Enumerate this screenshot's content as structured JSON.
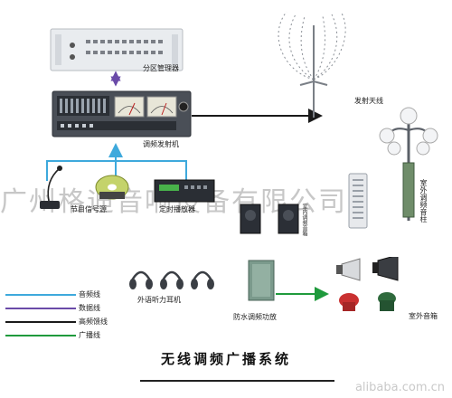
{
  "colors": {
    "audio": "#3ea9dc",
    "data": "#6a4aa8",
    "feeder": "#1a1a1a",
    "broadcast": "#1f9a3c"
  },
  "labels": {
    "zone_manager": "分区管理器",
    "fm_transmitter": "调频发射机",
    "transmit_antenna": "发射天线",
    "program_source": "节目信号源",
    "timed_player": "定时播放器",
    "outdoor_column": "室外调频音柱",
    "indoor_speaker": "室内调频音箱",
    "headphones": "外语听力耳机",
    "waterproof_speaker": "防水调频功放",
    "outdoor_speakers": "室外音箱"
  },
  "legend": [
    {
      "label": "音频线",
      "color": "#3ea9dc"
    },
    {
      "label": "数据线",
      "color": "#6a4aa8"
    },
    {
      "label": "高频馈线",
      "color": "#1a1a1a"
    },
    {
      "label": "广播线",
      "color": "#1f9a3c"
    }
  ],
  "watermark": "广州格迪音响设备有限公司",
  "title": "无线调频广播系统",
  "site": "alibaba.com.cn"
}
